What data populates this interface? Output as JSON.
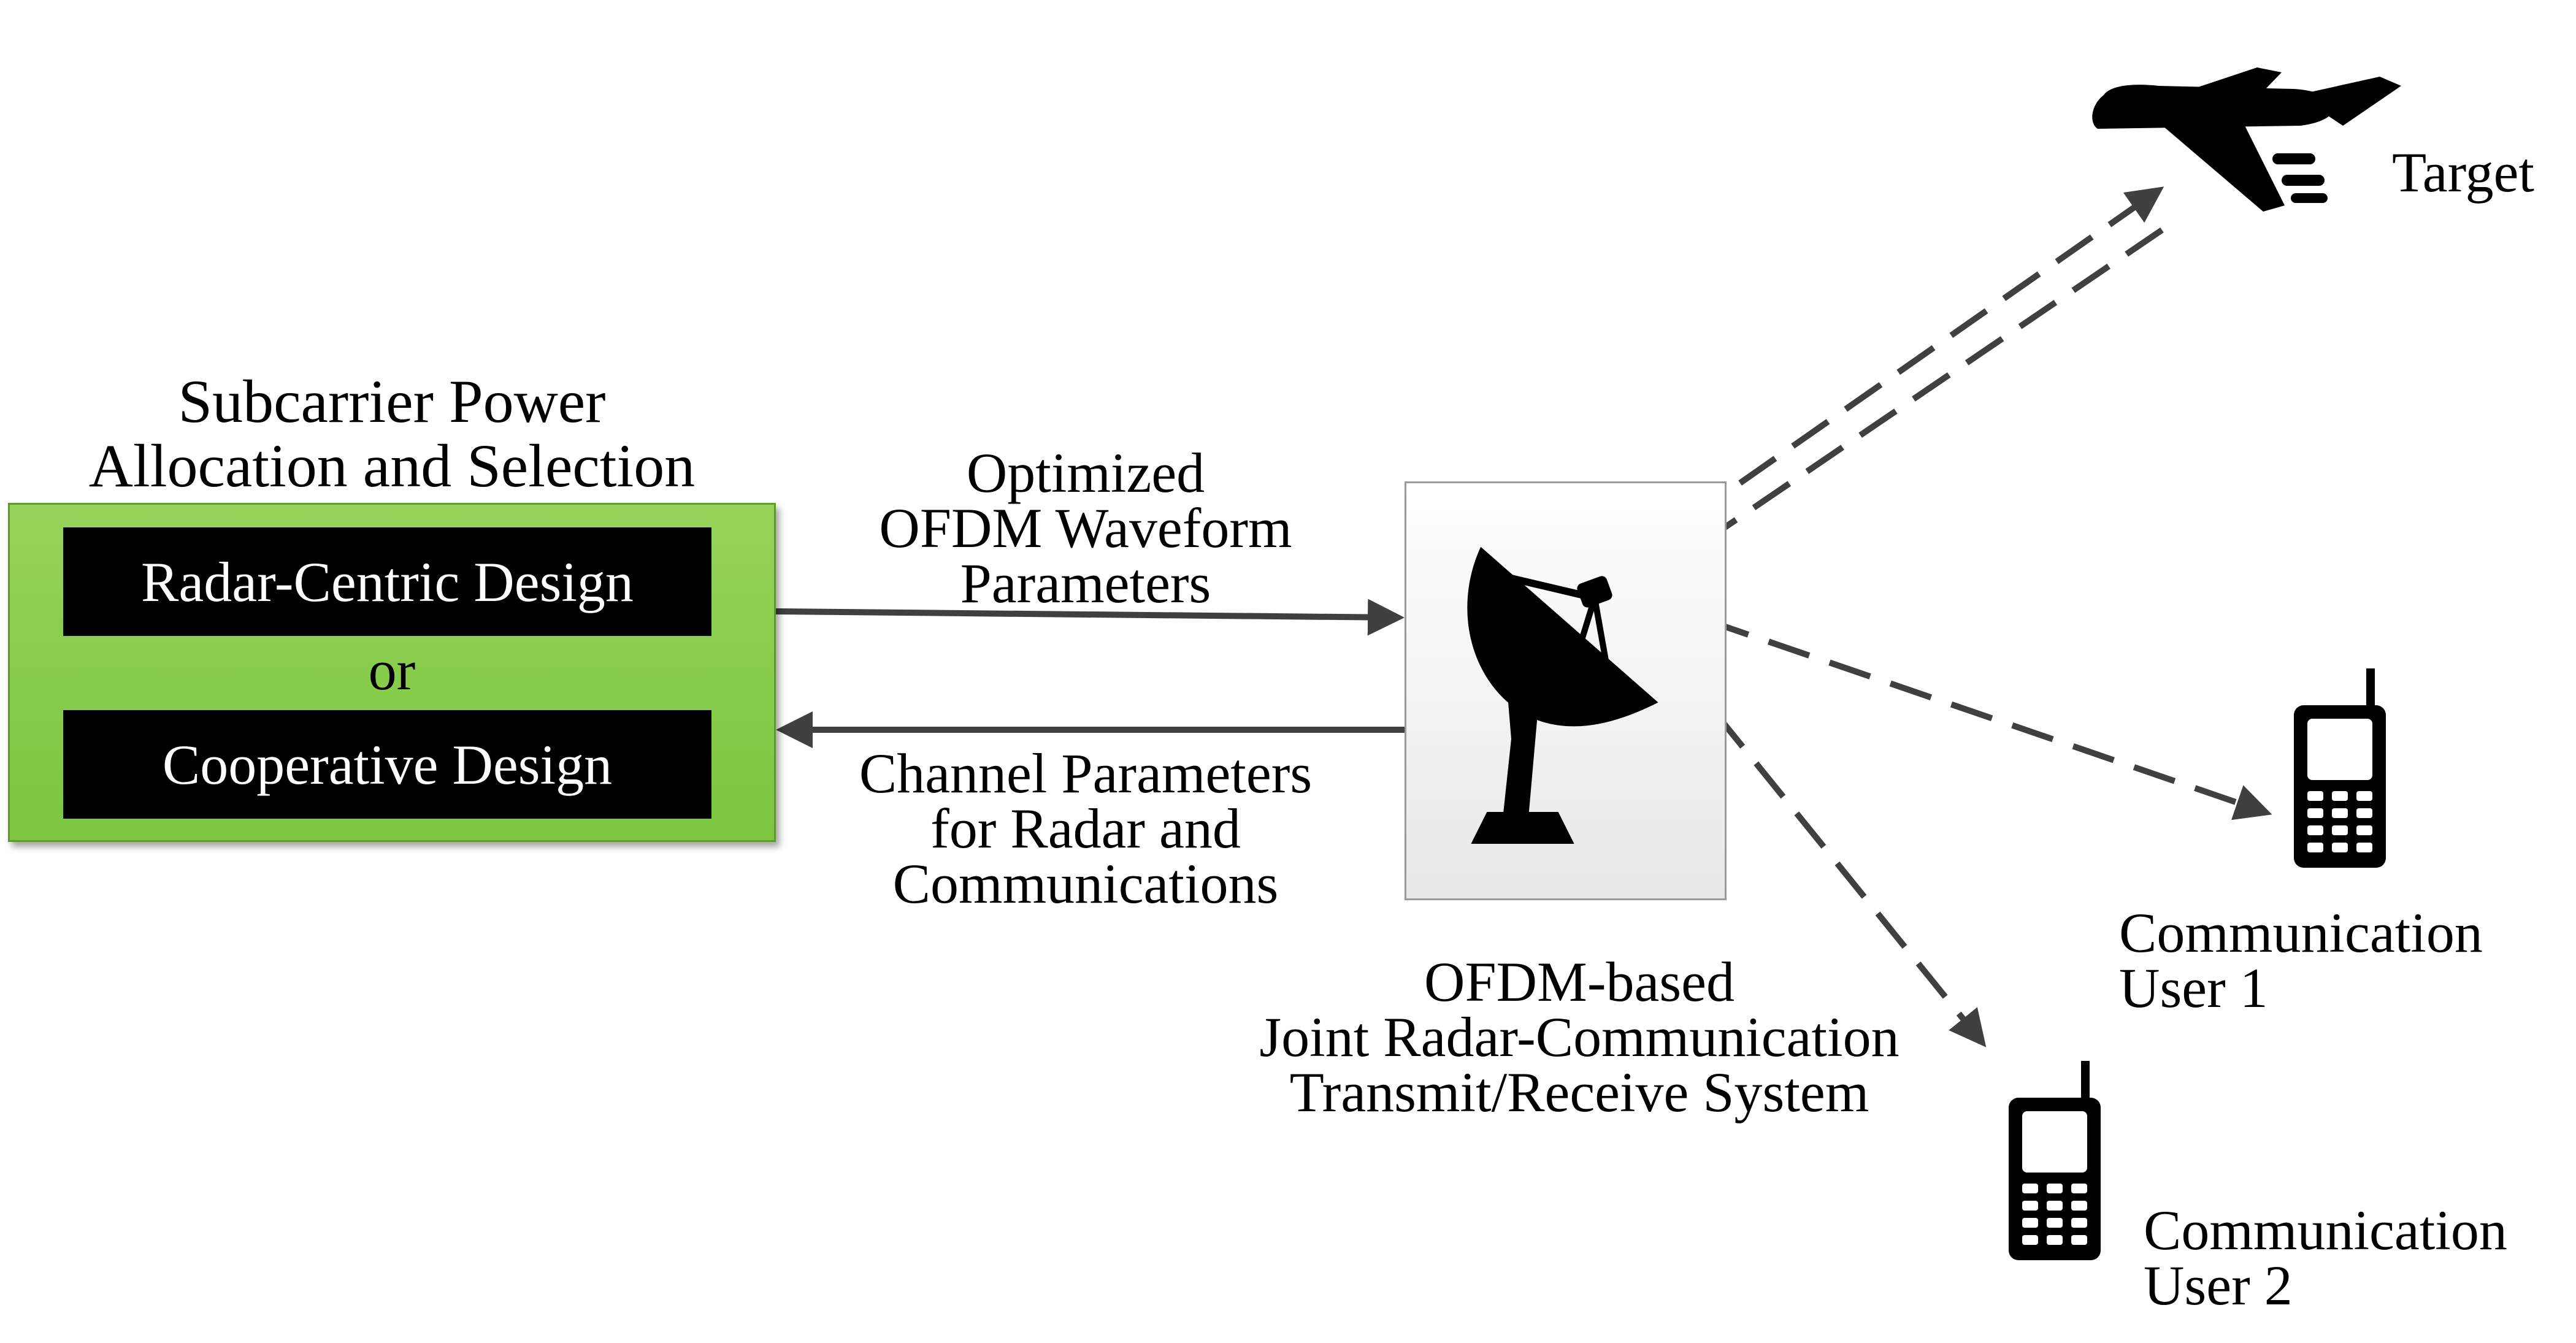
{
  "allocation": {
    "title_line1": "Subcarrier Power",
    "title_line2": "Allocation and Selection",
    "option1": "Radar-Centric Design",
    "separator": "or",
    "option2": "Cooperative Design"
  },
  "forward_link": {
    "line1": "Optimized",
    "line2": "OFDM Waveform",
    "line3": "Parameters"
  },
  "feedback_link": {
    "line1": "Channel Parameters",
    "line2": "for Radar and",
    "line3": "Communications"
  },
  "system": {
    "line1": "OFDM-based",
    "line2": "Joint Radar-Communication",
    "line3": "Transmit/Receive System",
    "icon": "radar-dish-icon"
  },
  "target": {
    "label": "Target",
    "icon": "airplane-icon"
  },
  "user1": {
    "line1": "Communication",
    "line2": "User 1",
    "icon": "mobile-phone-icon"
  },
  "user2": {
    "line1": "Communication",
    "line2": "User 2",
    "icon": "mobile-phone-icon"
  },
  "colors": {
    "allocation_fill": "#86cc4a",
    "option_fill": "#000000",
    "arrow": "#404040"
  }
}
